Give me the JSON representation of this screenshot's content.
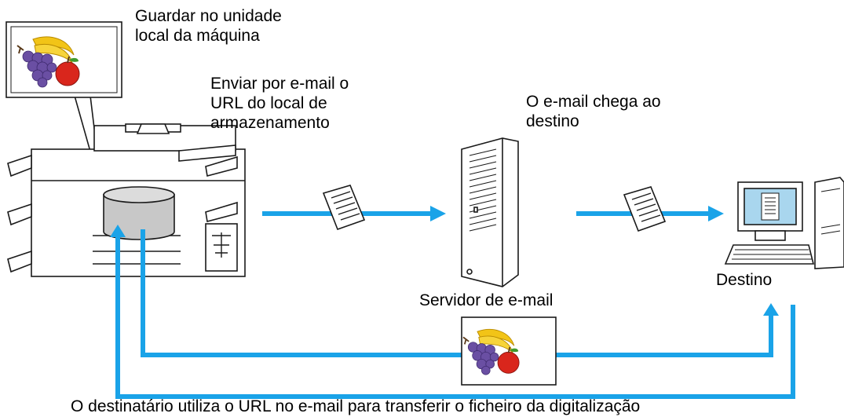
{
  "labels": {
    "save_local": "Guardar no unidade\nlocal da máquina",
    "send_email": "Enviar por e-mail o\nURL do local de\narmazenamento",
    "email_arrives": "O e-mail chega ao\ndestino",
    "email_server": "Servidor de e-mail",
    "destination": "Destino",
    "recipient_note": "O destinatário utiliza o URL no e-mail para transferir o ficheiro da digitalização"
  },
  "colors": {
    "arrow": "#1aa3e8",
    "outline": "#1a1a1a",
    "drive_fill": "#c8c8c8",
    "grapes": "#6a4fa3",
    "banana": "#f2c417",
    "apple": "#d9261c",
    "monitor_screen": "#a9d6ee"
  },
  "icons": {
    "printer": "mfp-printer-icon",
    "storage": "local-drive-icon",
    "document": "email-document-icon",
    "server": "mail-server-icon",
    "computer": "destination-pc-icon",
    "scanned_image": "fruit-image-icon"
  }
}
